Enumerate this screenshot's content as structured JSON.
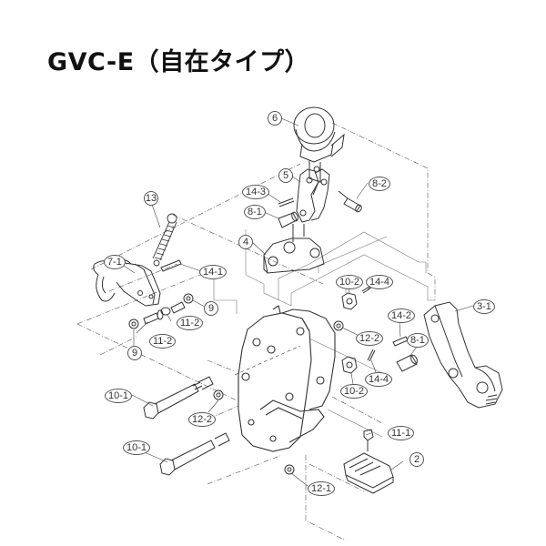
{
  "title": "GVC-E（自在タイプ）",
  "colors": {
    "background": "#ffffff",
    "line": "#333333",
    "text": "#111111"
  },
  "parts": [
    {
      "id": "6",
      "label": "6",
      "name": "shackle-eye"
    },
    {
      "id": "5",
      "label": "5",
      "name": "link"
    },
    {
      "id": "14-3",
      "label": "14-3",
      "name": "spring-pin"
    },
    {
      "id": "8-1a",
      "label": "8-1",
      "name": "pin"
    },
    {
      "id": "8-2",
      "label": "8-2",
      "name": "pin"
    },
    {
      "id": "4",
      "label": "4",
      "name": "swivel-block"
    },
    {
      "id": "13",
      "label": "13",
      "name": "tension-spring"
    },
    {
      "id": "7-1",
      "label": "7-1",
      "name": "lock-handle"
    },
    {
      "id": "14-1",
      "label": "14-1",
      "name": "spring-pin"
    },
    {
      "id": "9a",
      "label": "9",
      "name": "nut"
    },
    {
      "id": "11-2a",
      "label": "11-2",
      "name": "bolt"
    },
    {
      "id": "11-2b",
      "label": "11-2",
      "name": "bolt"
    },
    {
      "id": "9b",
      "label": "9",
      "name": "nut"
    },
    {
      "id": "10-2a",
      "label": "10-2",
      "name": "castle-nut"
    },
    {
      "id": "14-4a",
      "label": "14-4",
      "name": "cotter-pin"
    },
    {
      "id": "12-2a",
      "label": "12-2",
      "name": "nut"
    },
    {
      "id": "14-2",
      "label": "14-2",
      "name": "spring-pin"
    },
    {
      "id": "8-1b",
      "label": "8-1",
      "name": "pin"
    },
    {
      "id": "14-4b",
      "label": "14-4",
      "name": "cotter-pin"
    },
    {
      "id": "10-2b",
      "label": "10-2",
      "name": "castle-nut"
    },
    {
      "id": "3-1",
      "label": "3-1",
      "name": "cam-arm"
    },
    {
      "id": "10-1a",
      "label": "10-1",
      "name": "hex-bolt"
    },
    {
      "id": "12-2b",
      "label": "12-2",
      "name": "nut"
    },
    {
      "id": "10-1b",
      "label": "10-1",
      "name": "hex-bolt"
    },
    {
      "id": "11-1",
      "label": "11-1",
      "name": "bolt"
    },
    {
      "id": "2",
      "label": "2",
      "name": "jaw-pad"
    },
    {
      "id": "12-1",
      "label": "12-1",
      "name": "nut"
    }
  ]
}
